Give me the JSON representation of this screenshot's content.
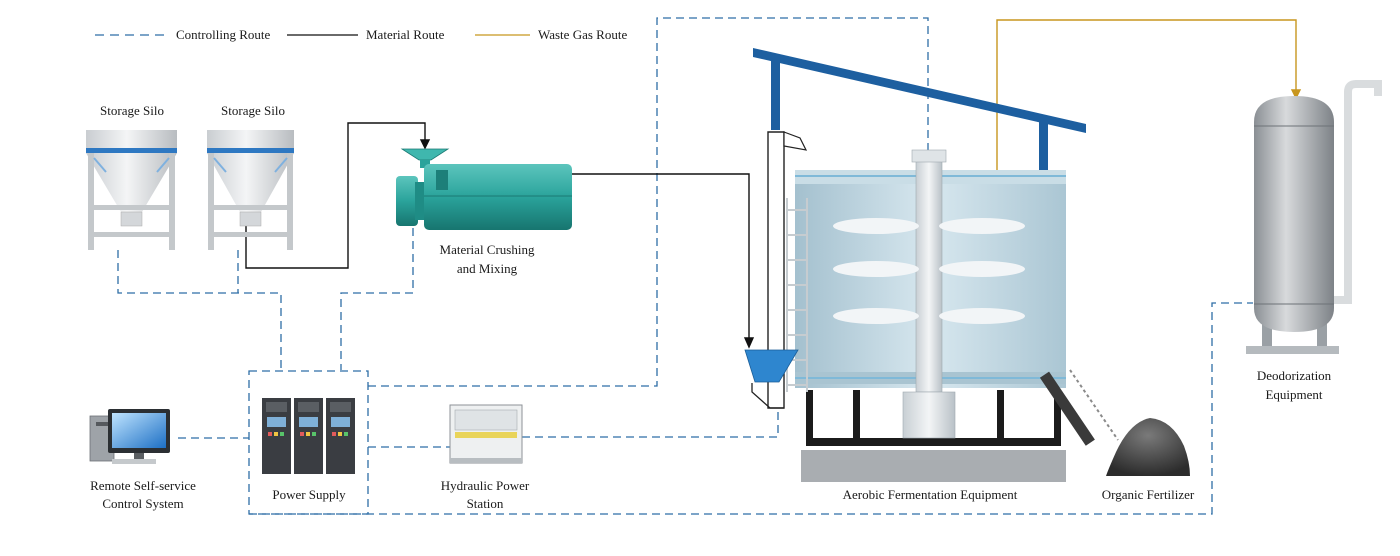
{
  "legend": {
    "controlling": "Controlling Route",
    "material": "Material Route",
    "waste_gas": "Waste Gas Route"
  },
  "labels": {
    "silo1": "Storage Silo",
    "silo2": "Storage Silo",
    "crusher_line1": "Material Crushing",
    "crusher_line2": "and Mixing",
    "remote_line1": "Remote Self-service",
    "remote_line2": "Control System",
    "power": "Power Supply",
    "hydraulic_line1": "Hydraulic Power",
    "hydraulic_line2": "Station",
    "fermentation": "Aerobic Fermentation Equipment",
    "fertilizer": "Organic Fertilizer",
    "deodor_line1": "Deodorization",
    "deodor_line2": "Equipment"
  },
  "colors": {
    "controlling": "#2e6ea6",
    "material": "#111111",
    "waste_gas": "#c8961e",
    "roof": "#1d5fa0",
    "tank": "#b9d3e0",
    "crusher": "#2aa39b"
  }
}
